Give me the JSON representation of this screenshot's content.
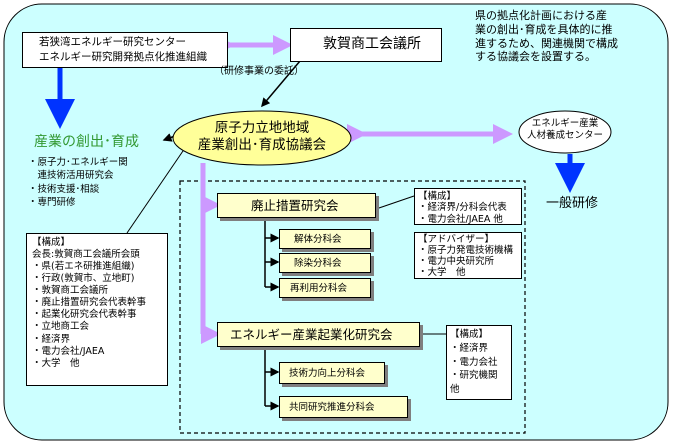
{
  "colors": {
    "background": "#ccffff",
    "arrow_purple": "#cc99ff",
    "arrow_blue": "#0033ff",
    "title_green": "#339933",
    "box_yellow": "#ffffcc"
  },
  "wakasa": {
    "line1": "若狭湾エネルギー研究センター",
    "line2": "エネルギー研究開発拠点化推進組織"
  },
  "tsuruga_cci": {
    "label": "敦賀商工会議所"
  },
  "commission_label": "（研修事業の委託）",
  "purpose_note": {
    "lines": [
      "県の拠点化計画における産",
      "業の創出･育成を具体的に推",
      "進するため、関連機関で構成",
      "する協議会を設置する。"
    ]
  },
  "sangyo_title": "産業の創出･育成",
  "sangyo_items": [
    "・原子力･エネルギー関",
    "　連技術活用研究会",
    "・技術支援･相談",
    "・専門研修"
  ],
  "council": {
    "line1": "原子力立地地域",
    "line2": "産業創出･育成協議会"
  },
  "hr_center": {
    "line1": "エネルギー産業",
    "line2": "人材養成センター"
  },
  "general_training": "一般研修",
  "composition": {
    "heading": "【構成】",
    "items": [
      "会長:敦賀商工会議所会頭",
      "・県(若エネ研推進組織)",
      "・行政(敦賀市、立地町)",
      "・敦賀商工会議所",
      "・廃止措置研究会代表幹事",
      "・起業化研究会代表幹事",
      "・立地商工会",
      "・経済界",
      "・電力会社/JAEA",
      "・大学　他"
    ]
  },
  "decom": {
    "label": "廃止措置研究会",
    "subs": [
      "解体分科会",
      "除染分科会",
      "再利用分科会"
    ],
    "composition": {
      "heading": "【構成】",
      "items": [
        "・経済界/分科会代表",
        "・電力会社/JAEA 他"
      ]
    },
    "advisors": {
      "heading": "【アドバイザー】",
      "items": [
        "・原子力発電技術機構",
        "・電力中央研究所",
        "・大学　他"
      ]
    }
  },
  "energy_biz": {
    "label": "エネルギー産業起業化研究会",
    "subs": [
      "技術力向上分科会",
      "共同研究推進分科会"
    ],
    "composition": {
      "heading": "【構成】",
      "items": [
        "・経済界",
        "・電力会社",
        "・研究機関",
        "他"
      ]
    }
  }
}
